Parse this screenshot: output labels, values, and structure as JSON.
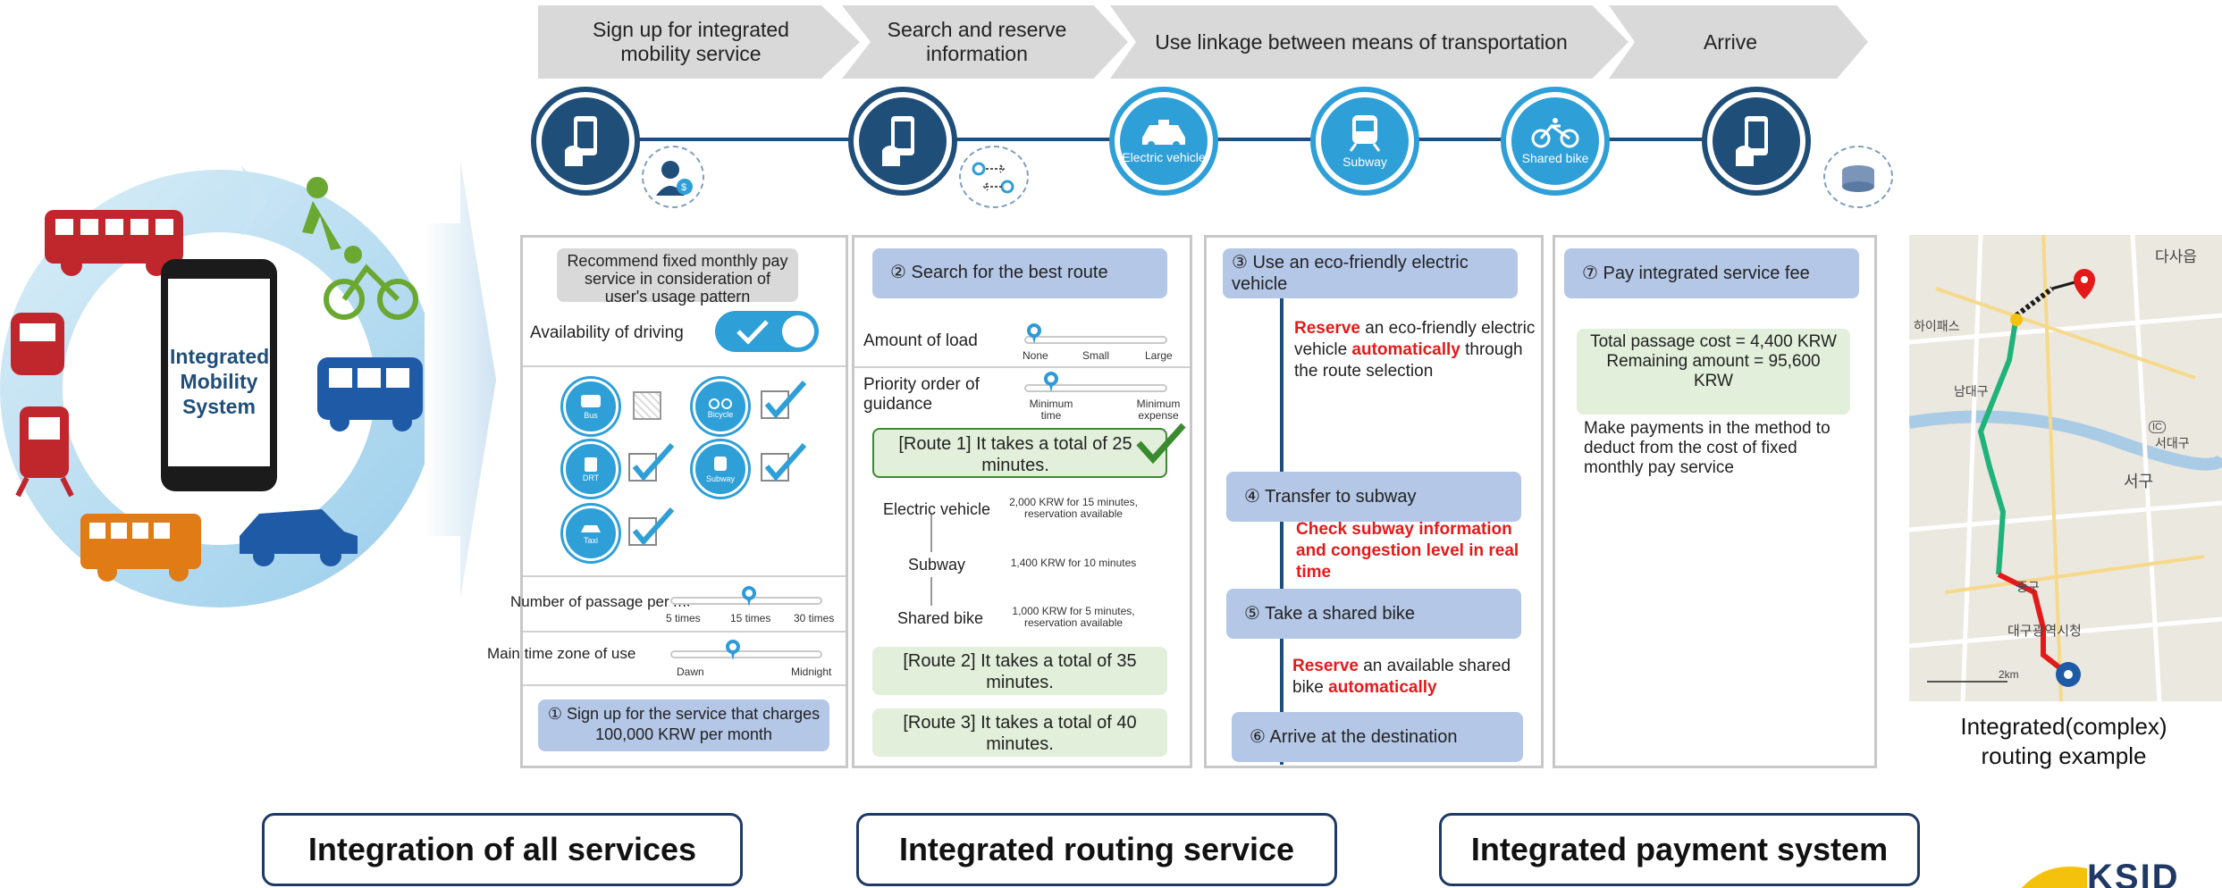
{
  "steps": [
    {
      "label": "Sign up for integrated mobility service"
    },
    {
      "label": "Search and reserve information"
    },
    {
      "label": "Use linkage between means of transportation"
    },
    {
      "label": "Arrive"
    }
  ],
  "icons_row": {
    "ev_label": "Electric vehicle",
    "subway_label": "Subway",
    "bike_label": "Shared bike"
  },
  "left_diagram": {
    "center_label": "Integrated Mobility System"
  },
  "panel1": {
    "recommend": "Recommend fixed monthly pay service in consideration of user's usage pattern",
    "availability": "Availability of driving",
    "modes": [
      "Bus",
      "Bicycle",
      "DRT",
      "Subway",
      "Taxi"
    ],
    "passage_label": "Number of passage per month",
    "passage_ticks": [
      "5 times",
      "15 times",
      "30 times"
    ],
    "time_label": "Main time zone of use",
    "time_ticks": [
      "Dawn",
      "Midnight"
    ],
    "signup": "① Sign up for the service that charges 100,000 KRW per month"
  },
  "panel2": {
    "search": "② Search for the best route",
    "load_label": "Amount of load",
    "load_ticks": [
      "None",
      "Small",
      "Large"
    ],
    "priority_label": "Priority order of guidance",
    "priority_ticks": [
      "Minimum time",
      "Minimum expense"
    ],
    "route1": "[Route 1] It takes a total of 25 minutes.",
    "legs": [
      {
        "mode": "Electric vehicle",
        "desc": "2,000 KRW for 15 minutes, reservation available"
      },
      {
        "mode": "Subway",
        "desc": "1,400 KRW for 10 minutes"
      },
      {
        "mode": "Shared bike",
        "desc": "1,000 KRW for 5 minutes, reservation available"
      }
    ],
    "route2": "[Route 2] It takes a total of 35 minutes.",
    "route3": "[Route 3] It takes a total of 40 minutes."
  },
  "panel3": {
    "step3": "③ Use an eco-friendly electric vehicle",
    "reserve1_a": "Reserve",
    "reserve1_b": " an eco-friendly electric vehicle ",
    "reserve1_c": "automatically",
    "reserve1_d": " through the route selection",
    "step4": "④ Transfer to subway",
    "check": "Check subway information and congestion level in real time",
    "step5": "⑤ Take a shared bike",
    "reserve2_a": "Reserve",
    "reserve2_b": " an available shared bike ",
    "reserve2_c": "automatically",
    "step6": "⑥ Arrive at the destination"
  },
  "panel4": {
    "step7": "⑦ Pay integrated service fee",
    "cost": "Total passage cost = 4,400 KRW",
    "remaining": "Remaining amount = 95,600 KRW",
    "note": "Make payments in the method to deduct from the cost of fixed monthly pay service"
  },
  "map": {
    "labels": [
      "다사읍",
      "하이패스",
      "남대구",
      "서대구",
      "서구",
      "중구",
      "대구광역시청",
      "2km",
      "IC"
    ],
    "caption": "Integrated(complex) routing example"
  },
  "bottom": {
    "b1": "Integration of all services",
    "b2": "Integrated routing service",
    "b3": "Integrated payment system"
  },
  "logo": "KSID",
  "colors": {
    "dark_blue": "#1f4e79",
    "light_blue": "#2f9fd8",
    "box_blue": "#b4c7e7",
    "box_green": "#e2efda",
    "red": "#e41a1a",
    "route_green": "#1fb27a"
  }
}
